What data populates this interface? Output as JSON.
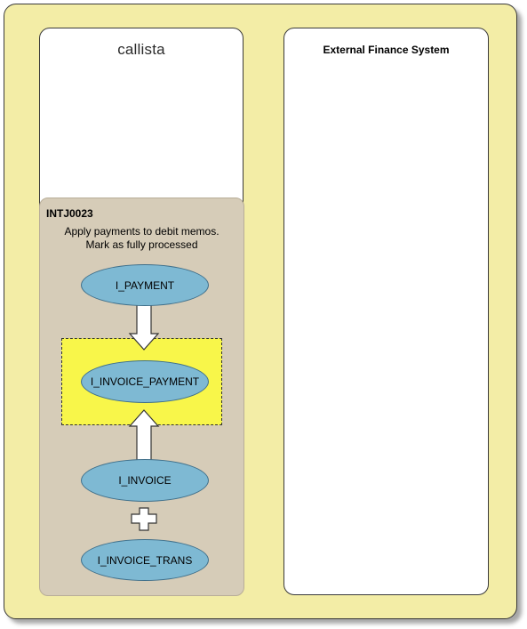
{
  "diagram": {
    "left_lane": {
      "logo_text": "callista"
    },
    "right_lane": {
      "title": "External Finance System"
    },
    "process": {
      "id": "INTJ0023",
      "description_line1": "Apply payments to debit memos.",
      "description_line2": "Mark as fully processed"
    },
    "nodes": [
      {
        "label": "I_PAYMENT"
      },
      {
        "label": "I_INVOICE_PAYMENT"
      },
      {
        "label": "I_INVOICE"
      },
      {
        "label": "I_INVOICE_TRANS"
      }
    ],
    "colors": {
      "background": "#f3eda6",
      "lane": "#ffffff",
      "process": "#d6ccb8",
      "node": "#7eb9d3",
      "highlight": "#f8f64a"
    },
    "connectors": [
      {
        "from": "I_PAYMENT",
        "to": "I_INVOICE_PAYMENT",
        "type": "arrow"
      },
      {
        "from": "I_INVOICE",
        "to": "I_INVOICE_PAYMENT",
        "type": "arrow"
      },
      {
        "from": "I_INVOICE",
        "to": "I_INVOICE_TRANS",
        "type": "plus"
      }
    ]
  }
}
